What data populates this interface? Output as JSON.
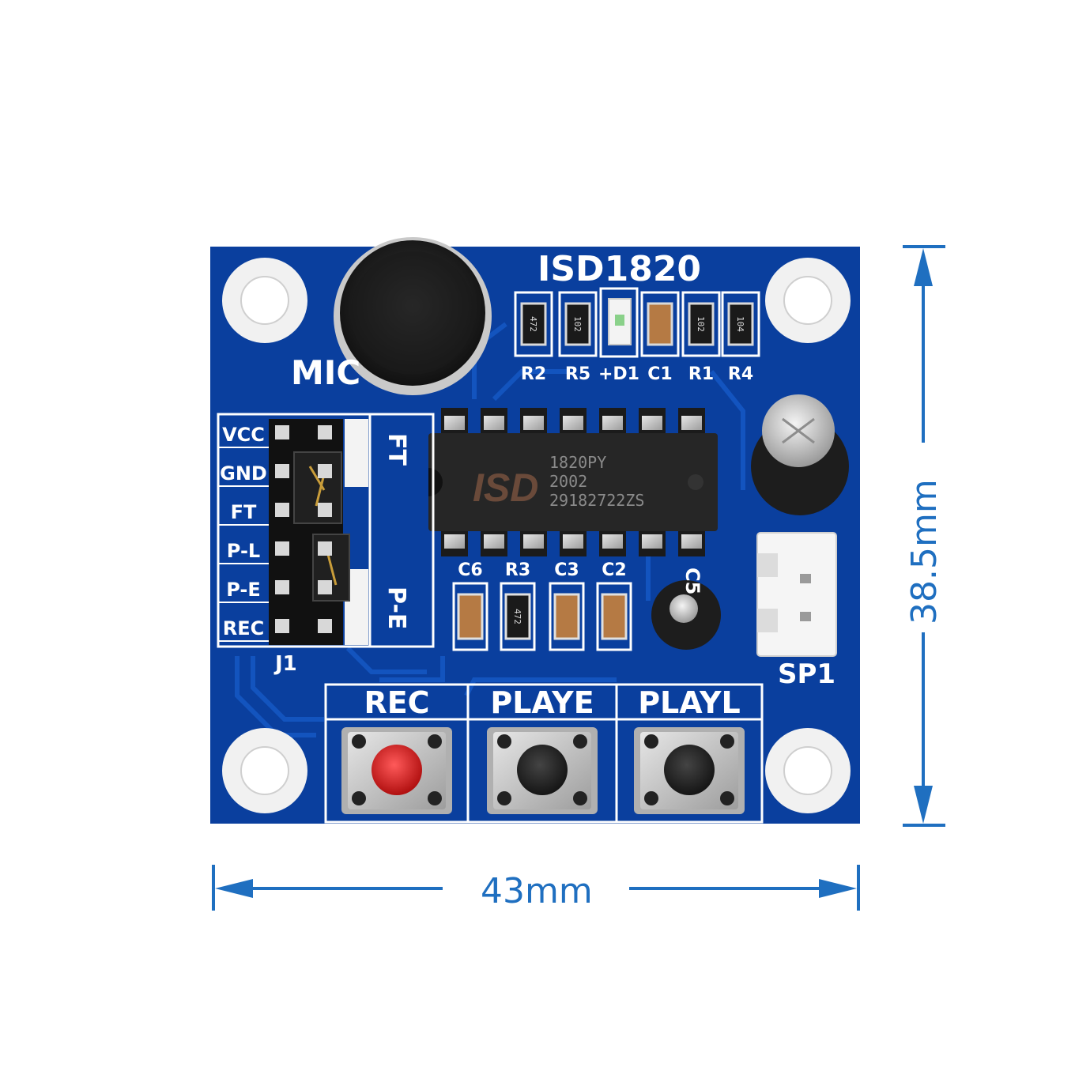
{
  "board": {
    "title": "ISD1820",
    "mic_label": "MIC",
    "speaker_label": "SP1",
    "header_label": "J1",
    "colors": {
      "pcb": "#0a3f9e",
      "silk": "#ffffff",
      "dimension": "#1f6fc0",
      "rec_button": "#d01818"
    },
    "pins": [
      "VCC",
      "GND",
      "FT",
      "P-L",
      "P-E",
      "REC"
    ],
    "jumper_labels": {
      "ft": "FT",
      "pe": "P-E"
    },
    "top_components": [
      "R2",
      "R5",
      "+D1",
      "C1",
      "R1",
      "R4"
    ],
    "top_markings": [
      "472",
      "102",
      "",
      "",
      "102",
      "104"
    ],
    "bottom_components": [
      "C6",
      "R3",
      "C3",
      "C2"
    ],
    "bottom_markings": [
      "",
      "472",
      "",
      ""
    ],
    "cap_label": "C5",
    "chip": {
      "logo": "ISD",
      "line1": "1820PY",
      "line2": "2002",
      "line3": "29182722ZS"
    },
    "buttons": [
      {
        "label": "REC",
        "cap_color": "#d01818"
      },
      {
        "label": "PLAYE",
        "cap_color": "#1a1a1a"
      },
      {
        "label": "PLAYL",
        "cap_color": "#1a1a1a"
      }
    ]
  },
  "dimensions": {
    "width": "43mm",
    "height": "38.5mm"
  }
}
